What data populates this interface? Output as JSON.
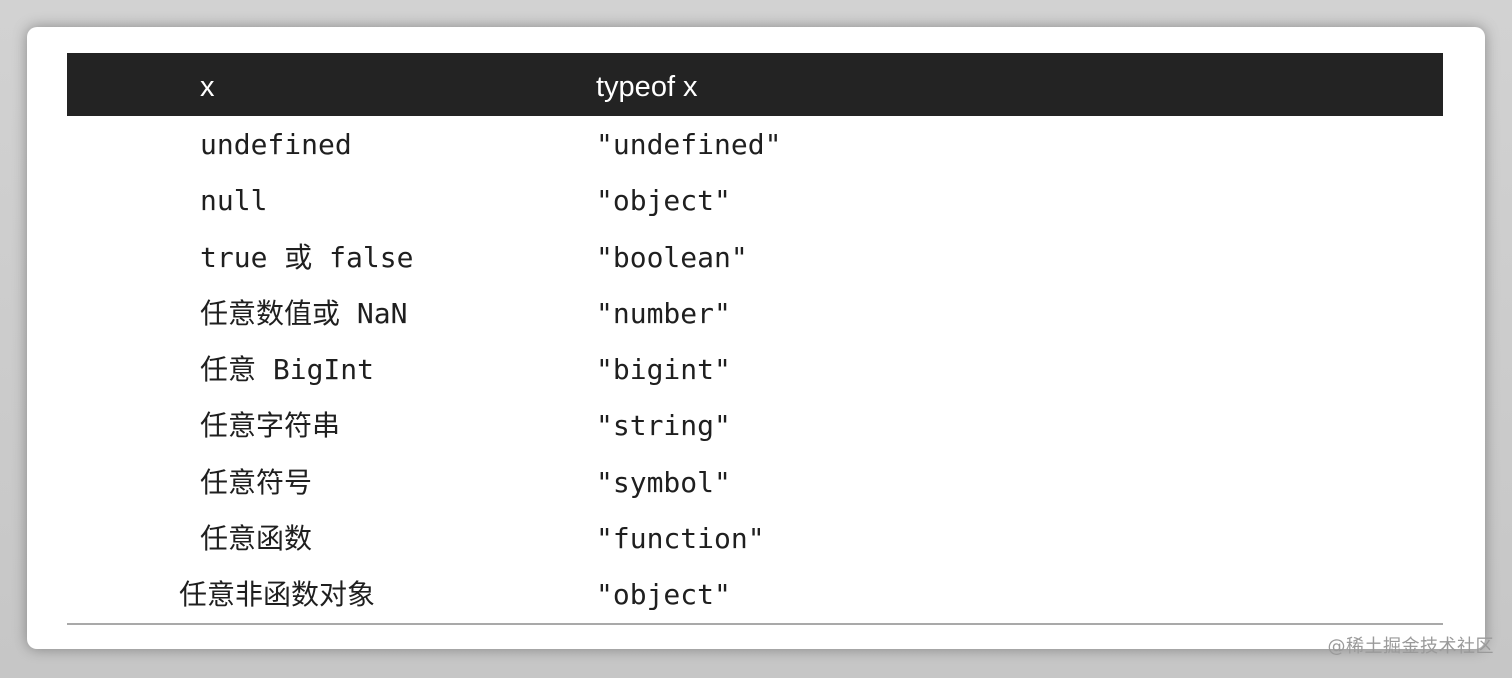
{
  "table": {
    "headers": [
      "x",
      "typeof x"
    ],
    "rows": [
      {
        "x": "undefined",
        "type": "\"undefined\""
      },
      {
        "x": "null",
        "type": "\"object\""
      },
      {
        "x": "true 或 false",
        "type": "\"boolean\""
      },
      {
        "x": "任意数值或 NaN",
        "type": "\"number\""
      },
      {
        "x": "任意 BigInt",
        "type": "\"bigint\""
      },
      {
        "x": "任意字符串",
        "type": "\"string\""
      },
      {
        "x": "任意符号",
        "type": "\"symbol\""
      },
      {
        "x": "任意函数",
        "type": "\"function\""
      },
      {
        "x": "任意非函数对象",
        "type": "\"object\""
      }
    ]
  },
  "watermark": "@稀土掘金技术社区",
  "colors": {
    "header_bg": "#232323",
    "header_text": "#ffffff",
    "cell_text": "#1f1f1f",
    "rule": "#a9a9a9"
  }
}
